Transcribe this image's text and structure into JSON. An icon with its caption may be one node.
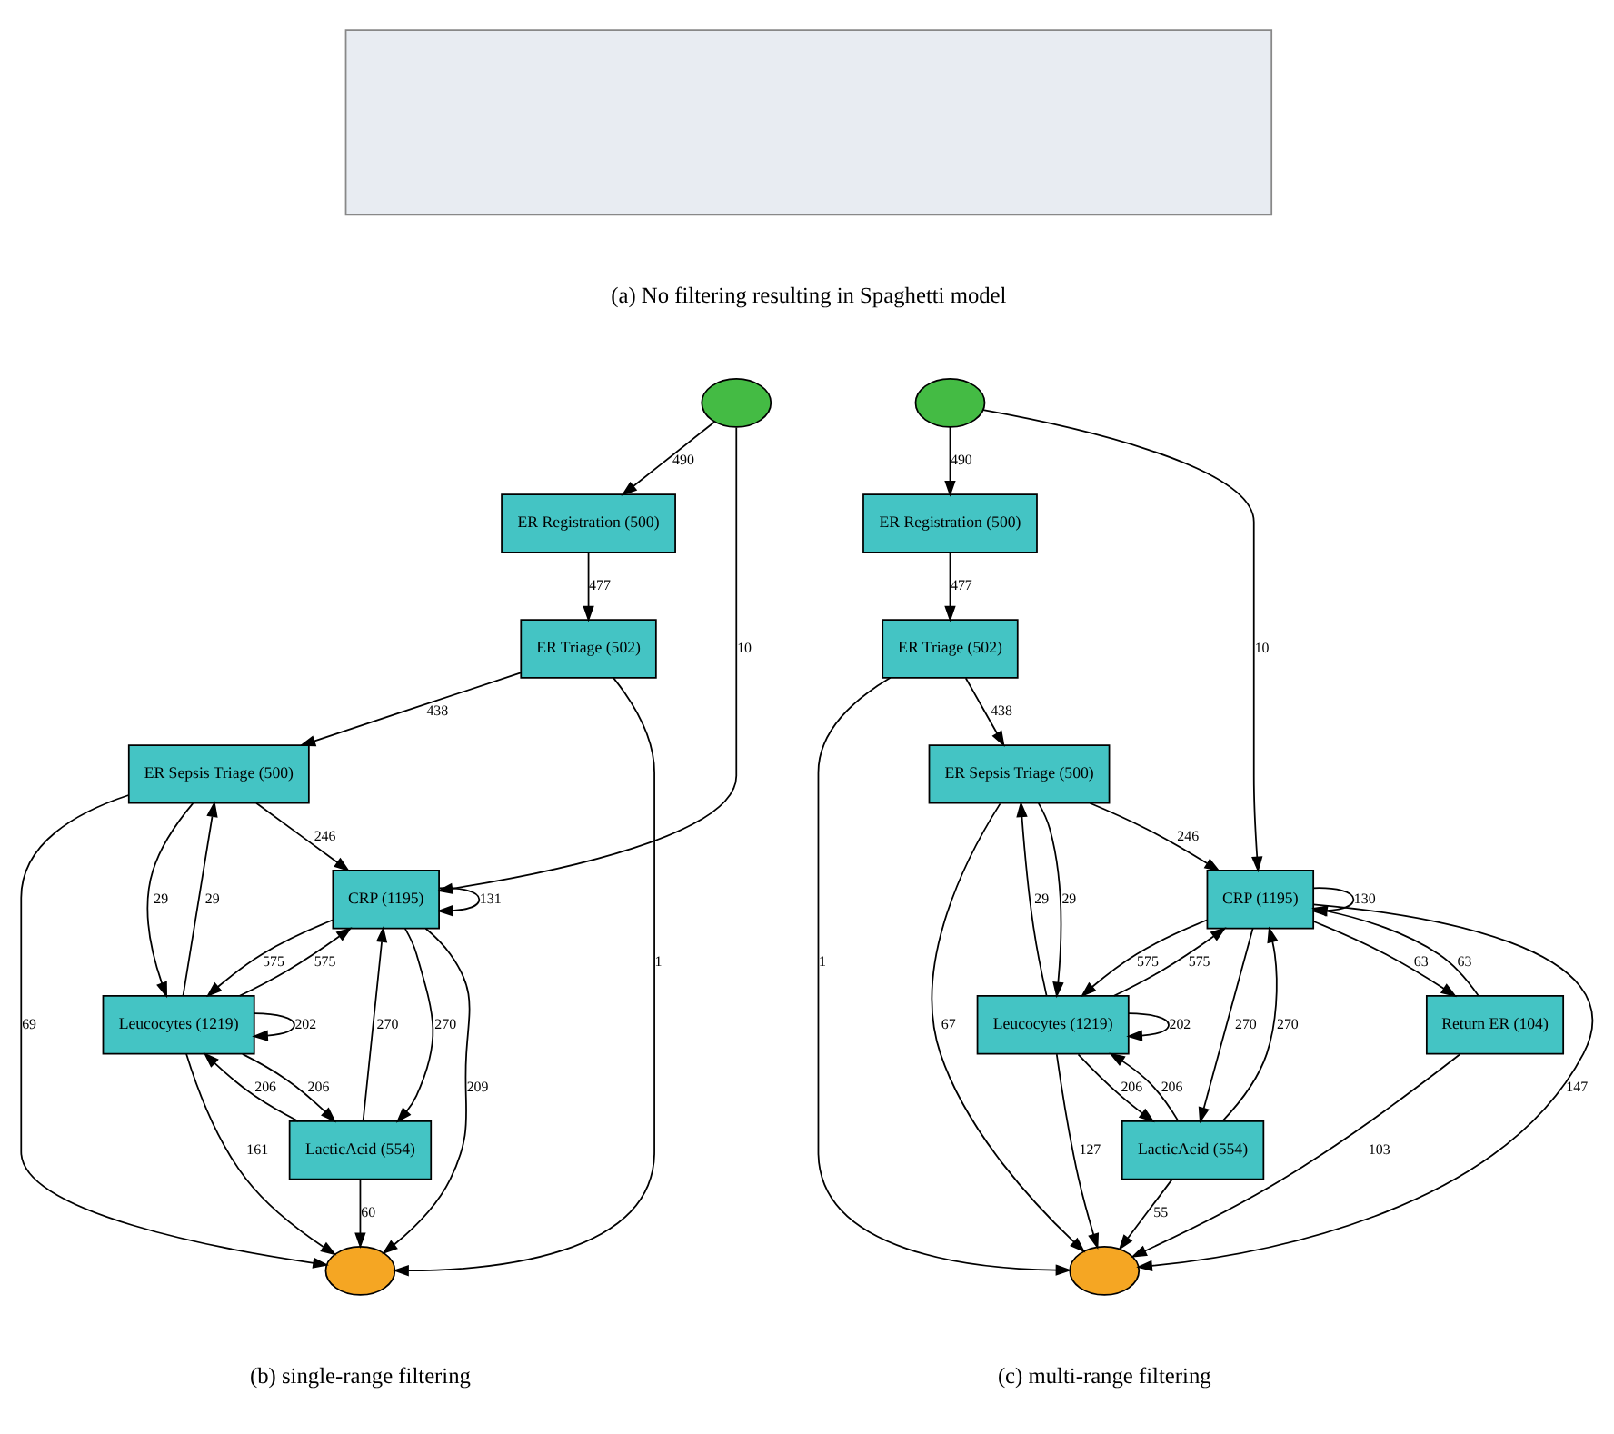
{
  "diagram": {
    "nodes": [
      {
        "text": [],
        "shape": "box"
      },
      {
        "text": [],
        "shape": "ellipse"
      },
      {
        "text": [
          "ER Registration (500)"
        ]
      },
      {
        "text": [
          "ER Triage (502)"
        ]
      },
      {
        "text": [
          "ER Sepsis Triage (500)"
        ]
      },
      {
        "text": [
          "CRP (1195)"
        ]
      },
      {
        "text": [
          "Leucocytes (1219)"
        ]
      },
      {
        "text": [
          "LacticAcid (554)"
        ]
      },
      {
        "text": [],
        "shape": "ellipse"
      },
      {
        "text": [],
        "shape": "ellipse"
      },
      {
        "text": [
          "ER Registration (500)"
        ]
      },
      {
        "text": [
          "ER Triage (502)"
        ]
      },
      {
        "text": [
          "ER Sepsis Triage (500)"
        ]
      },
      {
        "text": [
          "CRP (1195)"
        ]
      },
      {
        "text": [
          "Leucocytes (1219)"
        ]
      },
      {
        "text": [
          "LacticAcid (554)"
        ]
      },
      {
        "text": [
          "Return ER (104)"
        ]
      },
      {
        "text": [],
        "shape": "ellipse"
      }
    ],
    "edges": [
      {
        "from": 1,
        "to": 2,
        "arrow": "to",
        "label": "490"
      },
      {
        "from": 1,
        "to": 5,
        "arrow": "to",
        "label": "10"
      },
      {
        "from": 2,
        "to": 3,
        "arrow": "to",
        "label": "477"
      },
      {
        "from": 3,
        "to": 4,
        "arrow": "to",
        "label": "438"
      },
      {
        "from": 3,
        "to": 8,
        "arrow": "to",
        "label": "1"
      },
      {
        "from": 4,
        "to": 5,
        "arrow": "to",
        "label": "246"
      },
      {
        "from": 4,
        "to": 6,
        "arrow": "to",
        "label": "29"
      },
      {
        "from": 6,
        "to": 4,
        "arrow": "to",
        "label": "29"
      },
      {
        "from": 4,
        "to": 8,
        "arrow": "to",
        "label": "69"
      },
      {
        "from": 5,
        "to": 5,
        "arrow": "to",
        "label": "131"
      },
      {
        "from": 5,
        "to": 6,
        "arrow": "to",
        "label": "575"
      },
      {
        "from": 6,
        "to": 5,
        "arrow": "to",
        "label": "575"
      },
      {
        "from": 6,
        "to": 6,
        "arrow": "to",
        "label": "202"
      },
      {
        "from": 5,
        "to": 7,
        "arrow": "to",
        "label": "270"
      },
      {
        "from": 7,
        "to": 5,
        "arrow": "to",
        "label": "270"
      },
      {
        "from": 5,
        "to": 8,
        "arrow": "to",
        "label": "209"
      },
      {
        "from": 6,
        "to": 7,
        "arrow": "to",
        "label": "206"
      },
      {
        "from": 7,
        "to": 6,
        "arrow": "to",
        "label": "206"
      },
      {
        "from": 6,
        "to": 8,
        "arrow": "to",
        "label": "161"
      },
      {
        "from": 7,
        "to": 8,
        "arrow": "to",
        "label": "60"
      },
      {
        "from": 9,
        "to": 10,
        "arrow": "to",
        "label": "490"
      },
      {
        "from": 9,
        "to": 13,
        "arrow": "to",
        "label": "10"
      },
      {
        "from": 10,
        "to": 11,
        "arrow": "to",
        "label": "477"
      },
      {
        "from": 11,
        "to": 12,
        "arrow": "to",
        "label": "438"
      },
      {
        "from": 11,
        "to": 17,
        "arrow": "to",
        "label": "1"
      },
      {
        "from": 12,
        "to": 13,
        "arrow": "to",
        "label": "246"
      },
      {
        "from": 12,
        "to": 14,
        "arrow": "to",
        "label": "29"
      },
      {
        "from": 14,
        "to": 12,
        "arrow": "to",
        "label": "29"
      },
      {
        "from": 12,
        "to": 17,
        "arrow": "to",
        "label": "67"
      },
      {
        "from": 13,
        "to": 13,
        "arrow": "to",
        "label": "130"
      },
      {
        "from": 13,
        "to": 14,
        "arrow": "to",
        "label": "575"
      },
      {
        "from": 14,
        "to": 13,
        "arrow": "to",
        "label": "575"
      },
      {
        "from": 14,
        "to": 14,
        "arrow": "to",
        "label": "202"
      },
      {
        "from": 13,
        "to": 15,
        "arrow": "to",
        "label": "270"
      },
      {
        "from": 15,
        "to": 13,
        "arrow": "to",
        "label": "270"
      },
      {
        "from": 13,
        "to": 17,
        "arrow": "to",
        "label": "147"
      },
      {
        "from": 13,
        "to": 16,
        "arrow": "to",
        "label": "63"
      },
      {
        "from": 16,
        "to": 13,
        "arrow": "to",
        "label": "63"
      },
      {
        "from": 14,
        "to": 15,
        "arrow": "to",
        "label": "206"
      },
      {
        "from": 15,
        "to": 14,
        "arrow": "to",
        "label": "206"
      },
      {
        "from": 14,
        "to": 17,
        "arrow": "to",
        "label": "127"
      },
      {
        "from": 15,
        "to": 17,
        "arrow": "to",
        "label": "55"
      },
      {
        "from": 16,
        "to": 17,
        "arrow": "to",
        "label": "103"
      }
    ],
    "labels": [
      "(a) No filtering resulting in Spaghetti model",
      "(b) single-range filtering",
      "(c) multi-range filtering"
    ]
  }
}
